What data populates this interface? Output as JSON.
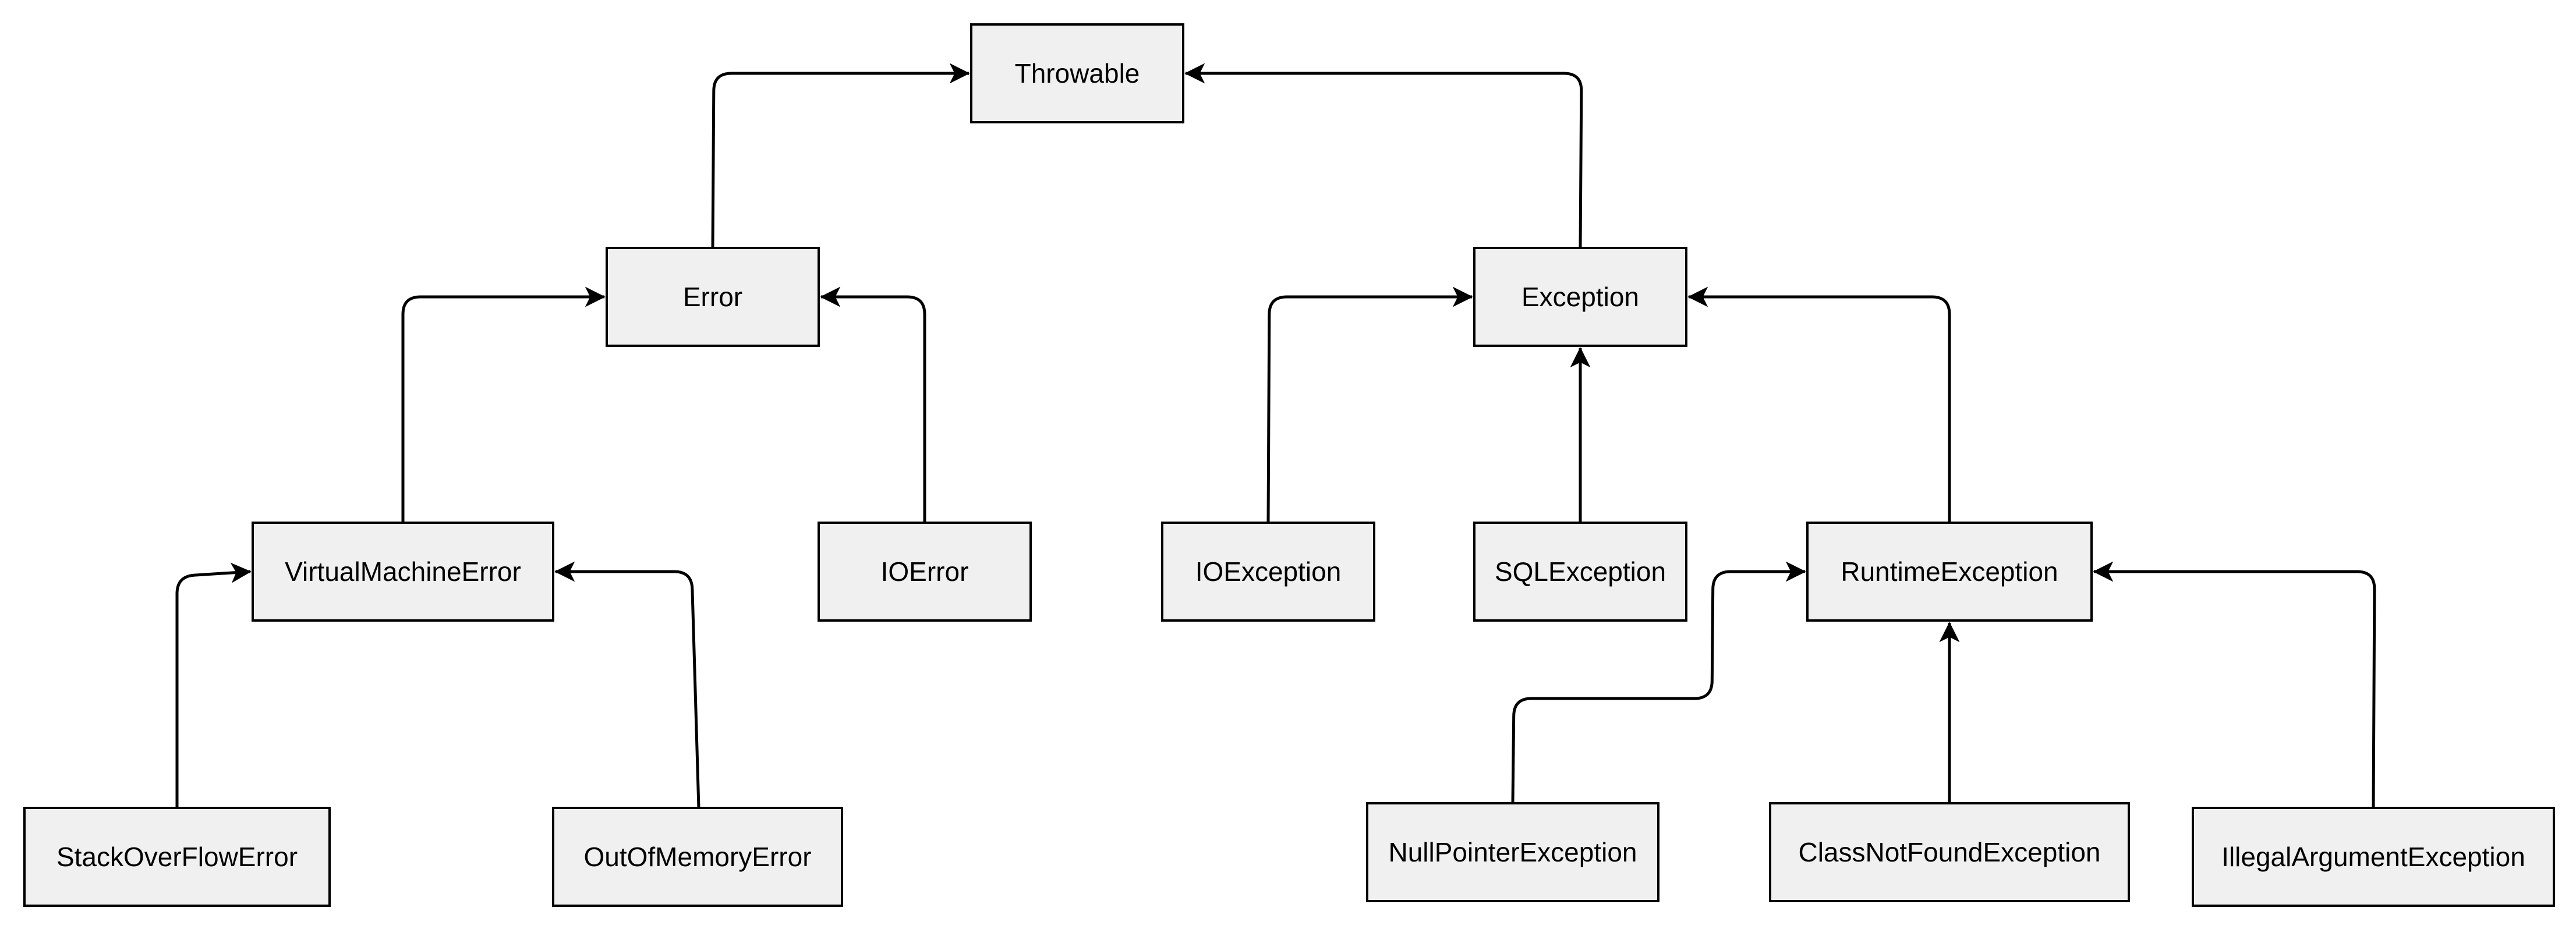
{
  "diagram": {
    "nodes": [
      {
        "id": "throwable",
        "label": "Throwable"
      },
      {
        "id": "error",
        "label": "Error"
      },
      {
        "id": "exception",
        "label": "Exception"
      },
      {
        "id": "virtualmachineerror",
        "label": "VirtualMachineError"
      },
      {
        "id": "ioerror",
        "label": "IOError"
      },
      {
        "id": "ioexception",
        "label": "IOException"
      },
      {
        "id": "sqlexception",
        "label": "SQLException"
      },
      {
        "id": "runtimeexception",
        "label": "RuntimeException"
      },
      {
        "id": "stackoverflowerror",
        "label": "StackOverFlowError"
      },
      {
        "id": "outofmemoryerror",
        "label": "OutOfMemoryError"
      },
      {
        "id": "nullpointerexception",
        "label": "NullPointerException"
      },
      {
        "id": "classnotfoundexception",
        "label": "ClassNotFoundException"
      },
      {
        "id": "illegalargumentexception",
        "label": "IllegalArgumentException"
      }
    ],
    "edges": [
      {
        "from": "error",
        "to": "throwable"
      },
      {
        "from": "exception",
        "to": "throwable"
      },
      {
        "from": "virtualmachineerror",
        "to": "error"
      },
      {
        "from": "ioerror",
        "to": "error"
      },
      {
        "from": "ioexception",
        "to": "exception"
      },
      {
        "from": "sqlexception",
        "to": "exception"
      },
      {
        "from": "runtimeexception",
        "to": "exception"
      },
      {
        "from": "stackoverflowerror",
        "to": "virtualmachineerror"
      },
      {
        "from": "outofmemoryerror",
        "to": "virtualmachineerror"
      },
      {
        "from": "nullpointerexception",
        "to": "runtimeexception"
      },
      {
        "from": "classnotfoundexception",
        "to": "runtimeexception"
      },
      {
        "from": "illegalargumentexception",
        "to": "runtimeexception"
      }
    ],
    "colors": {
      "node_fill": "#f0f0f0",
      "node_stroke": "#000000",
      "edge": "#000000",
      "background": "#ffffff"
    }
  }
}
